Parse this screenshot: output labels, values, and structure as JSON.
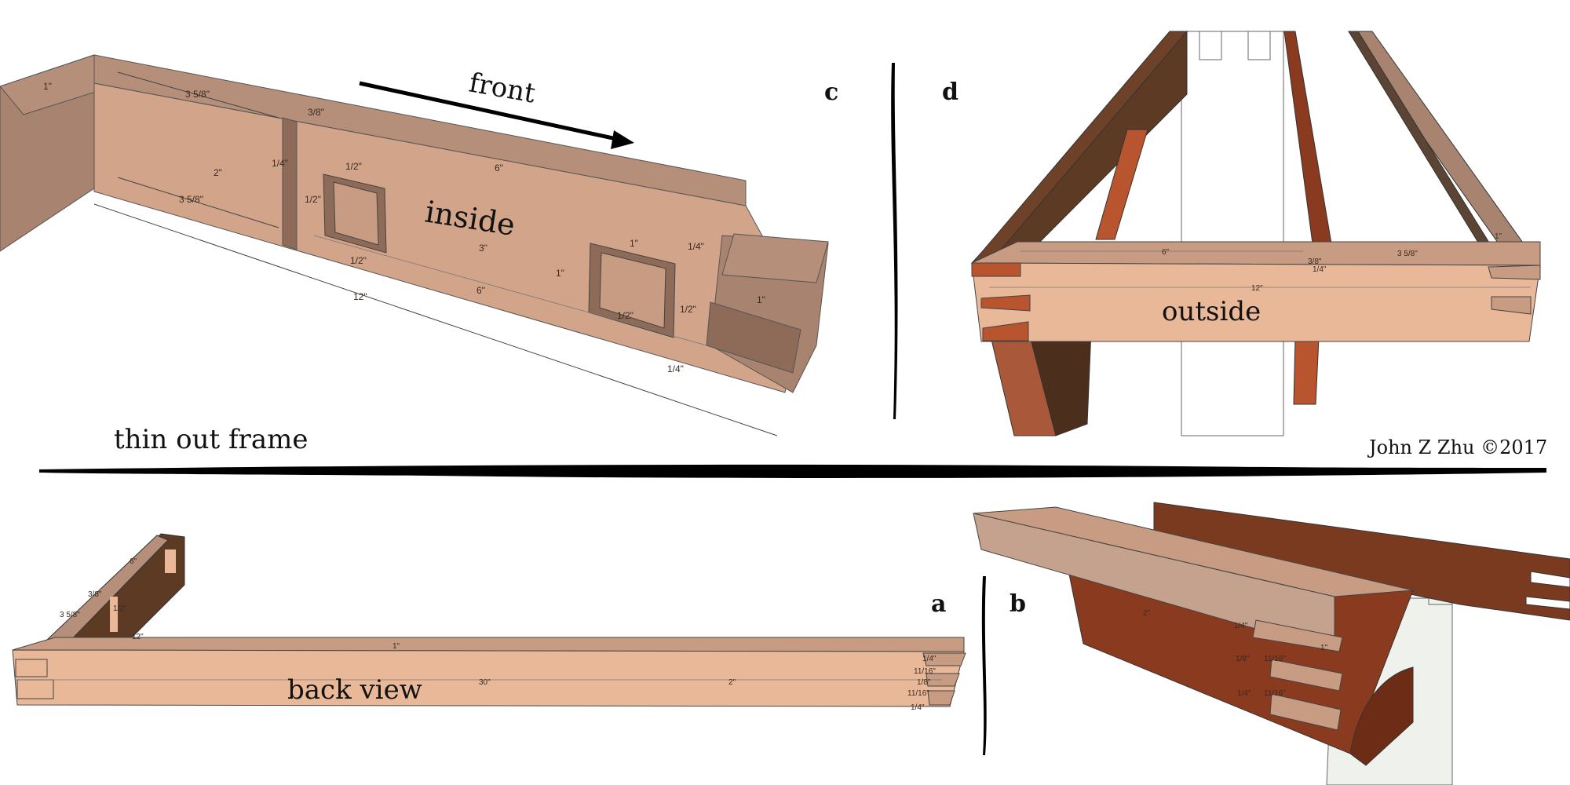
{
  "labels": {
    "front": "front",
    "inside": "inside",
    "outside": "outside",
    "back_view": "back view",
    "thin_out_frame": "thin out frame",
    "copyright": "John Z Zhu ©2017",
    "panel_a": "a",
    "panel_b": "b",
    "panel_c": "c",
    "panel_d": "d"
  },
  "dimensions_c": {
    "d1": "1\"",
    "d3_5_8_top": "3 5/8\"",
    "d3_8": "3/8\"",
    "d2": "2\"",
    "d1_4_a": "1/4\"",
    "d3_5_8_bottom": "3 5/8\"",
    "d1_2_a": "1/2\"",
    "d1_2_b": "1/2\"",
    "d1_2_c": "1/2\"",
    "d6_top": "6\"",
    "d3": "3\"",
    "d6_bottom": "6\"",
    "d12": "12\"",
    "d1_b": "1\"",
    "d1_c": "1\"",
    "d1_4_b": "1/4\"",
    "d1_2_d": "1/2\"",
    "d1_2_e": "1/2\"",
    "d1_d": "1\"",
    "d1_4_c": "1/4\""
  },
  "dimensions_d": {
    "d6": "6\"",
    "d3_8": "3/8\"",
    "d1_4": "1/4\"",
    "d3_5_8": "3 5/8\"",
    "d12": "12\"",
    "d1": "1\""
  },
  "dimensions_a": {
    "d6": "6\"",
    "d3_8": "3/8\"",
    "d3_5_8": "3 5/8\"",
    "d1_2": "1/2\"",
    "d12": "12\"",
    "d1": "1\"",
    "d30": "30\"",
    "d2": "2\"",
    "d1_4_a": "1/4\"",
    "d11_16_a": "11/16\"",
    "d1_8": "1/8\"",
    "d11_16_b": "11/16\"",
    "d1_4_b": "1/4\""
  },
  "dimensions_b": {
    "d2": "2\"",
    "d1_4_a": "1/4\"",
    "d1_8": "1/8\"",
    "d1_4_b": "1/4\"",
    "d11_16_a": "11/16\"",
    "d11_16_b": "11/16\"",
    "d1": "1\""
  },
  "colors": {
    "light_wood": "#e8b899",
    "mid_wood": "#d2a58a",
    "dark_face": "#a88470",
    "top_face": "#b58f7a",
    "walnut": "#5c3a24",
    "cherry": "#8a3a1f",
    "red_wood": "#b8552e",
    "white_leg": "#eef1ec"
  }
}
